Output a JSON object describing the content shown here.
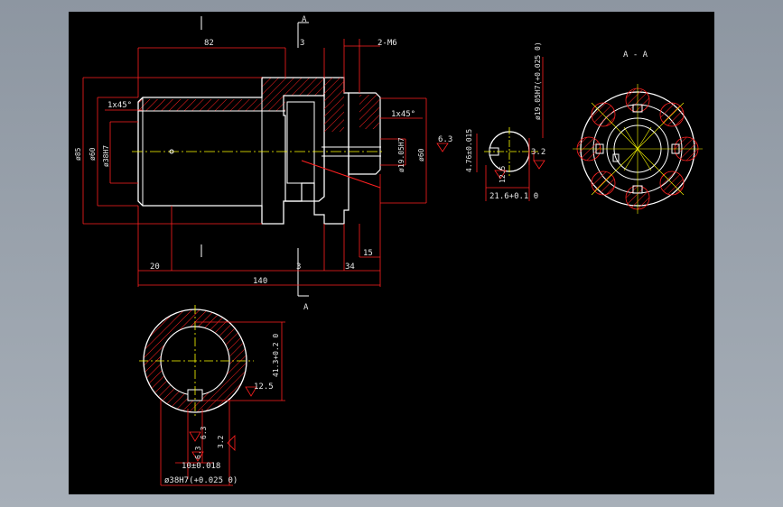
{
  "viewer": {
    "background_color": "#000000",
    "frame_color": "#9aa2ac"
  },
  "colors": {
    "outline": "#ffffff",
    "dimension": "#ff2020",
    "text": "#e8e8e8",
    "centerline": "#ffff00",
    "roughness": "#ff2020"
  },
  "section_marker": {
    "top": "A",
    "bottom": "A",
    "view_title": "A - A"
  },
  "dimensions": {
    "top_82": "82",
    "top_3": "3",
    "top_2m6": "2-M6",
    "chamfer_left": "1x45°",
    "chamfer_right": "1x45°",
    "dia_85": "ø85",
    "dia_60_left": "ø60",
    "dia_38h7": "ø38H7",
    "dia_19_05h7": "ø19.05H7",
    "dia_60_right": "ø60",
    "bottom_20": "20",
    "bottom_3": "3",
    "bottom_34": "34",
    "bottom_15": "15",
    "overall_140": "140"
  },
  "shaft_detail": {
    "roughness_1": "6.3",
    "keyway_tol": "4.76±0.015",
    "roughness_2": "12.5",
    "roughness_3": "3.2",
    "keyway_depth": "21.6+0.1 0",
    "bore": "ø19.05H7(+0.025 0)"
  },
  "hub_section": {
    "keyway_depth": "41.3+0.2 0",
    "roughness_a": "12.5",
    "roughness_b": "6.3",
    "roughness_c": "6.3",
    "roughness_d": "3.2",
    "keyway_width": "10±0.018",
    "bore": "ø38H7(+0.025 0)"
  }
}
